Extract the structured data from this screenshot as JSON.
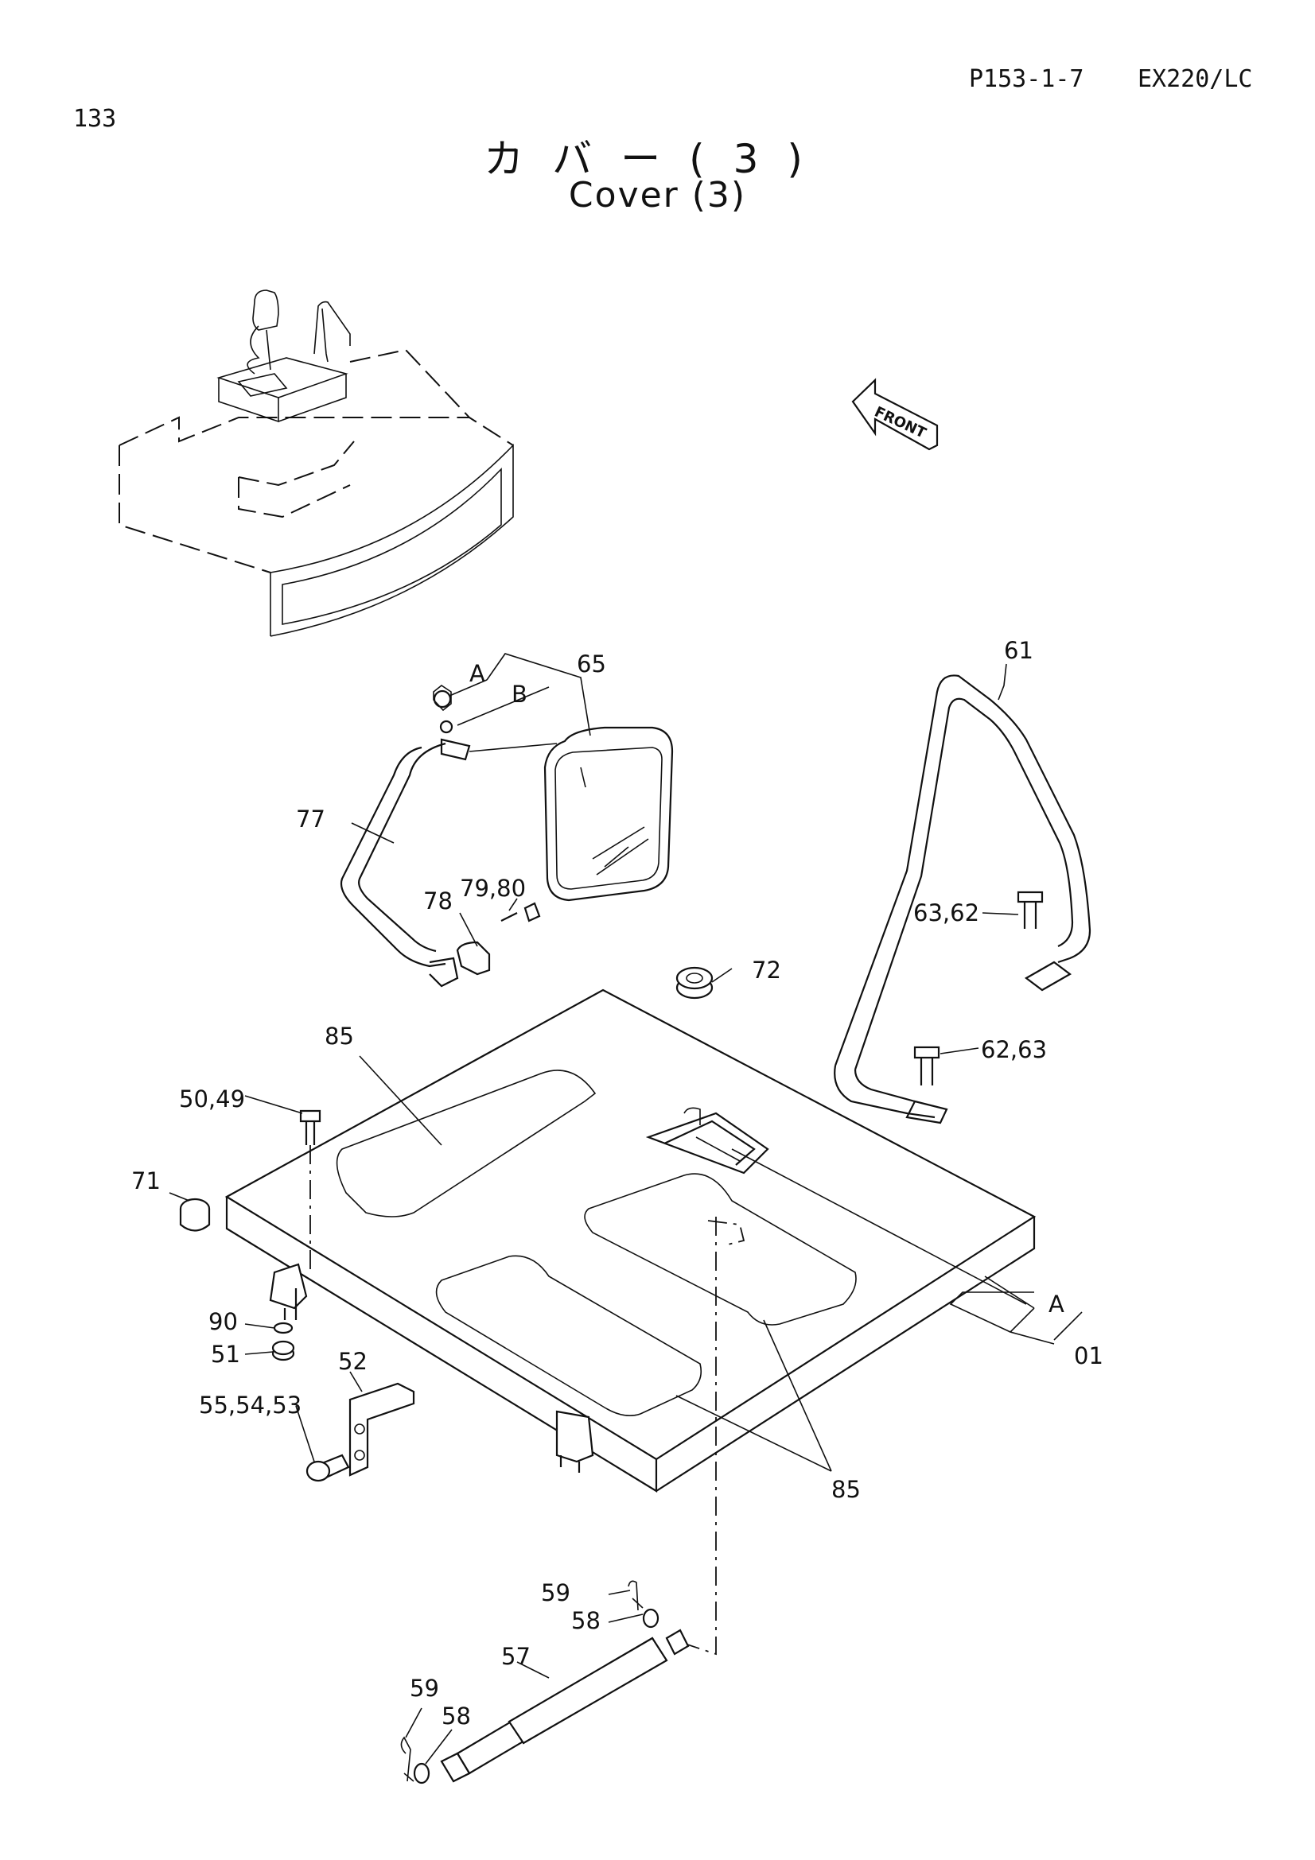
{
  "header": {
    "page_number": "133",
    "page_code": "P153-1-7",
    "model": "EX220/LC"
  },
  "title": {
    "japanese": "カバー(3)",
    "english": "Cover (3)"
  },
  "front_label": "FRONT",
  "callouts": {
    "c01": "01",
    "c49_50": "50,49",
    "c51": "51",
    "c52": "52",
    "c53_55": "55,54,53",
    "c57": "57",
    "c58a": "58",
    "c58b": "58",
    "c59a": "59",
    "c59b": "59",
    "c61": "61",
    "c62_63a": "63,62",
    "c62_63b": "62,63",
    "c65": "65",
    "c71": "71",
    "c72": "72",
    "c77": "77",
    "c78": "78",
    "c79_80": "79,80",
    "c85a": "85",
    "c85b": "85",
    "c90": "90",
    "refA1": "A",
    "refA2": "A",
    "refB": "B"
  }
}
